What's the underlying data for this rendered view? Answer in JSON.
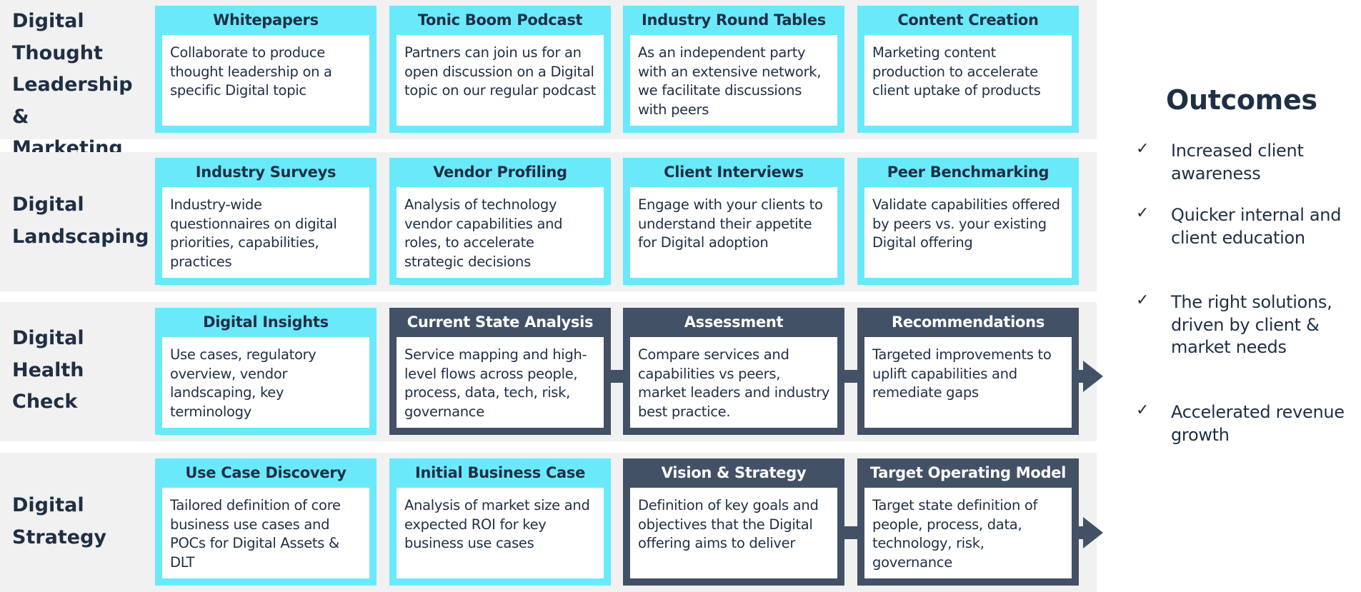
{
  "rows": [
    {
      "title": "Digital\nThought\nLeadership &\nMarketing",
      "cards": [
        {
          "title": "Whitepapers",
          "body": "Collaborate to produce thought leadership on a specific Digital topic",
          "style": "light"
        },
        {
          "title": "Tonic Boom Podcast",
          "body": "Partners can join us for an open discussion on a Digital topic on our regular podcast",
          "style": "light"
        },
        {
          "title": "Industry Round Tables",
          "body": "As an independent party with an extensive network, we facilitate discussions with peers",
          "style": "light"
        },
        {
          "title": "Content Creation",
          "body": "Marketing content production to accelerate client uptake of products",
          "style": "light"
        }
      ]
    },
    {
      "title": "Digital\nLandscaping",
      "cards": [
        {
          "title": "Industry Surveys",
          "body": "Industry-wide questionnaires on digital priorities, capabilities, practices",
          "style": "light"
        },
        {
          "title": "Vendor Profiling",
          "body": "Analysis of technology vendor capabilities and roles, to accelerate strategic decisions",
          "style": "light"
        },
        {
          "title": "Client Interviews",
          "body": "Engage with your clients to understand their appetite for Digital adoption",
          "style": "light"
        },
        {
          "title": "Peer Benchmarking",
          "body": "Validate capabilities offered by peers vs. your existing Digital offering",
          "style": "light"
        }
      ]
    },
    {
      "title": "Digital\nHealth\nCheck",
      "cards": [
        {
          "title": "Digital Insights",
          "body": "Use cases, regulatory overview, vendor landscaping, key terminology",
          "style": "light"
        },
        {
          "title": "Current State Analysis",
          "body": "Service mapping and high-level flows across people, process, data, tech, risk, governance",
          "style": "dark"
        },
        {
          "title": "Assessment",
          "body": "Compare services and capabilities vs peers, market leaders and industry best practice.",
          "style": "dark"
        },
        {
          "title": "Recommendations",
          "body": "Targeted improvements to uplift capabilities and remediate gaps",
          "style": "dark"
        }
      ]
    },
    {
      "title": "Digital\nStrategy",
      "cards": [
        {
          "title": "Use Case Discovery",
          "body": "Tailored definition of core business use cases and POCs for Digital Assets & DLT",
          "style": "light"
        },
        {
          "title": "Initial Business Case",
          "body": "Analysis of market size and expected ROI for key business use cases",
          "style": "light"
        },
        {
          "title": "Vision & Strategy",
          "body": "Definition of key goals and objectives that the Digital offering aims to deliver",
          "style": "dark"
        },
        {
          "title": "Target Operating Model",
          "body": "Target state definition of people, process, data, technology, risk, governance",
          "style": "dark"
        }
      ]
    }
  ],
  "outcomes": {
    "title": "Outcomes",
    "check_icon": "checkmark-icon",
    "check_glyph": "✓",
    "items": [
      "Increased client awareness",
      "Quicker internal and client education",
      "The right solutions, driven by client & market needs",
      "Accelerated revenue growth"
    ]
  },
  "colors": {
    "light_card": "#6ae9fb",
    "dark_card": "#435166",
    "text": "#1f2f44",
    "band": "#f1f1f1"
  }
}
